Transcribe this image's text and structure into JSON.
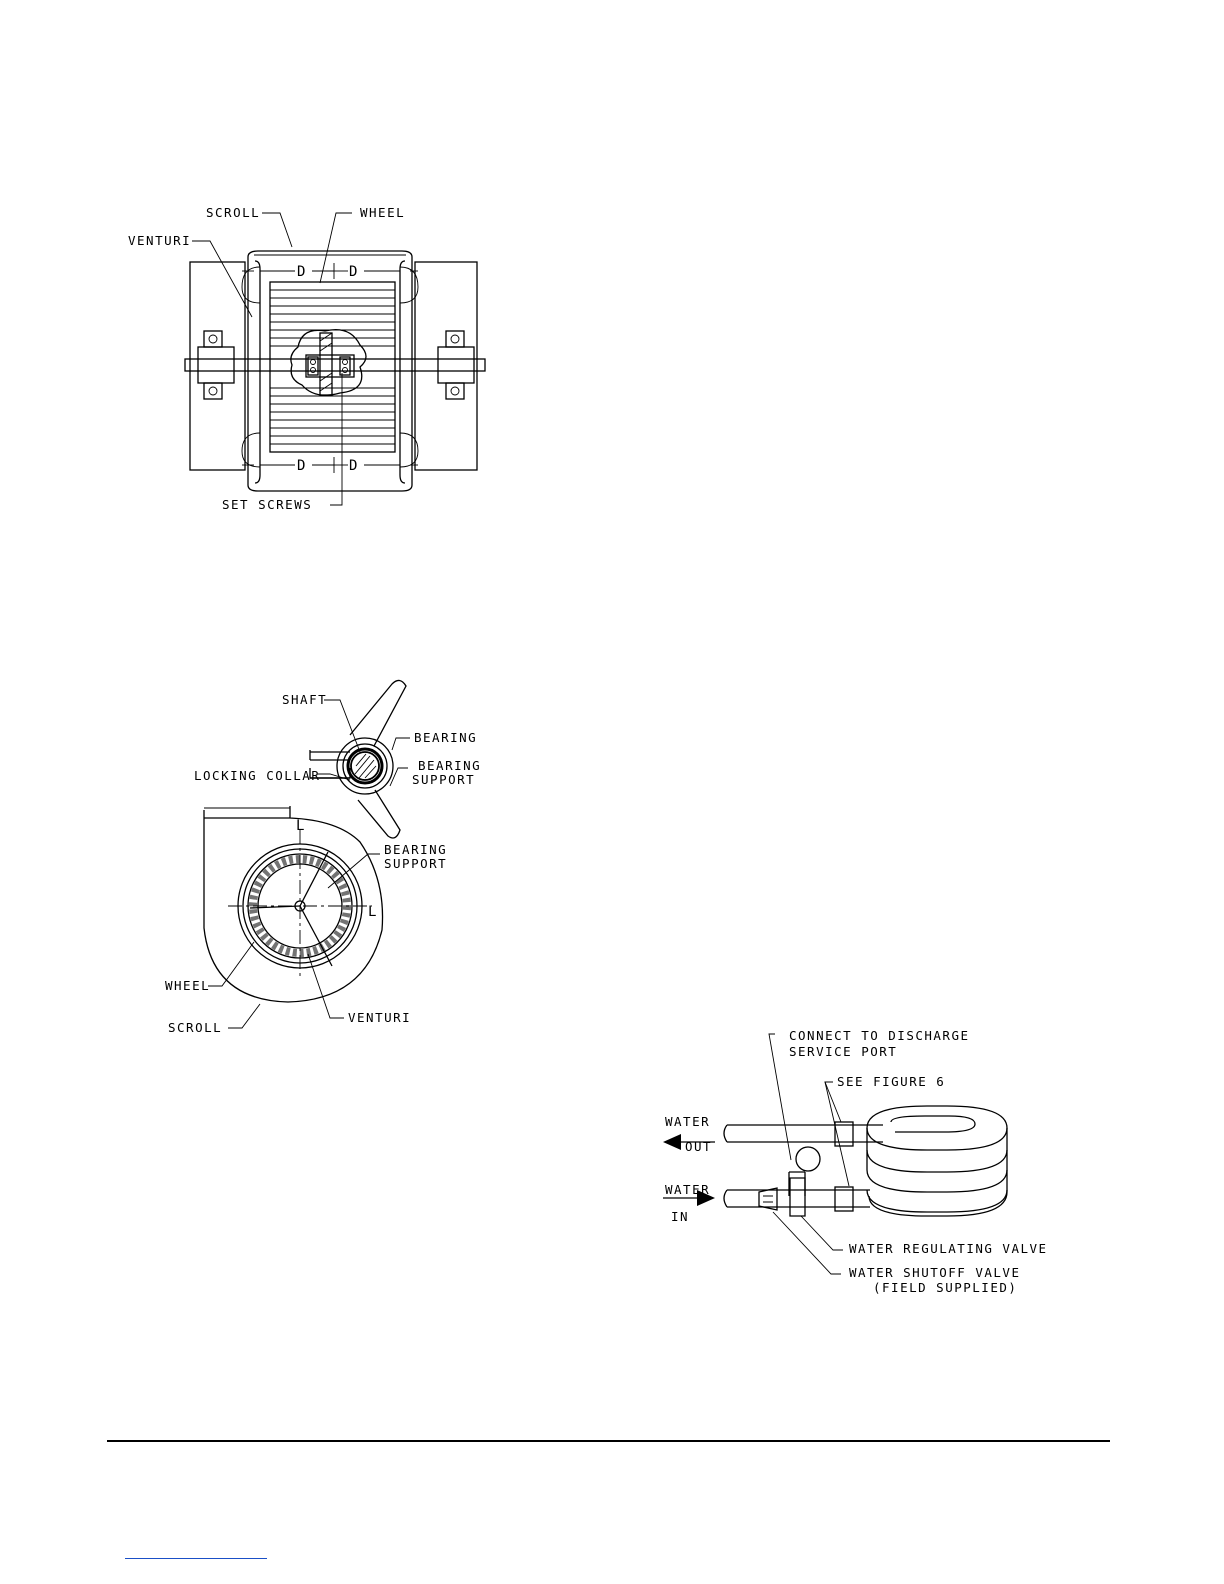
{
  "fig1": {
    "scroll": "SCROLL",
    "wheel": "WHEEL",
    "venturi": "VENTURI",
    "d": "D",
    "set_screws": "SET SCREWS"
  },
  "fig2": {
    "shaft": "SHAFT",
    "bearing": "BEARING",
    "locking_collar": "LOCKING COLLAR",
    "bearing_support_1": "BEARING",
    "bearing_support_2": "SUPPORT",
    "cl": "L",
    "wheel": "WHEEL",
    "scroll": "SCROLL",
    "venturi": "VENTURI"
  },
  "fig3": {
    "connect_1": "CONNECT TO DISCHARGE",
    "connect_2": "SERVICE PORT",
    "see_figure": "SEE FIGURE 6",
    "water_out_1": "WATER",
    "water_out_2": "OUT",
    "water_in_1": "WATER",
    "water_in_2": "IN",
    "regulating_valve": "WATER REGULATING VALVE",
    "shutoff_valve_1": "WATER SHUTOFF VALVE",
    "shutoff_valve_2": "(FIELD SUPPLIED)"
  }
}
